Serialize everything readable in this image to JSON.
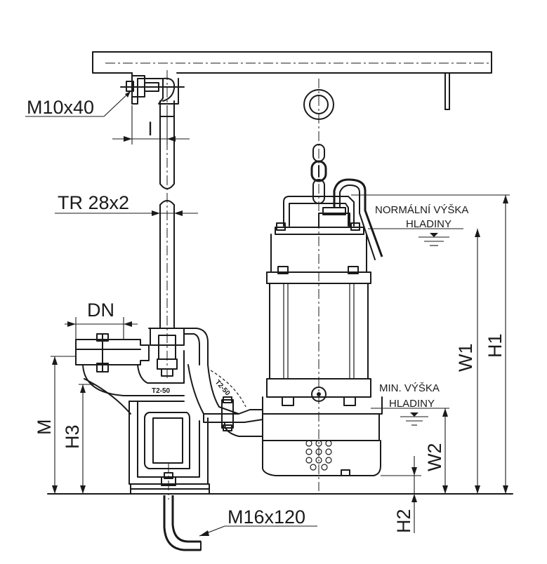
{
  "labels": {
    "bolt_top": "M10x40",
    "dim_l": "l",
    "guide_rail": "TR 28x2",
    "dn": "DN",
    "m": "M",
    "h3": "H3",
    "w1": "W1",
    "h1": "H1",
    "w2": "W2",
    "h2": "H2",
    "anchor_bolt": "M16x120",
    "normal_level_1": "NORMÁLNÍ VÝŠKA",
    "normal_level_2": "HLADINY",
    "min_level_1": "MIN. VÝŠKA",
    "min_level_2": "HLADINY",
    "casting_mark_1": "T2-50",
    "casting_mark_2": "T2-50"
  },
  "colors": {
    "ink": "#1a1a1a",
    "paper": "#ffffff"
  }
}
